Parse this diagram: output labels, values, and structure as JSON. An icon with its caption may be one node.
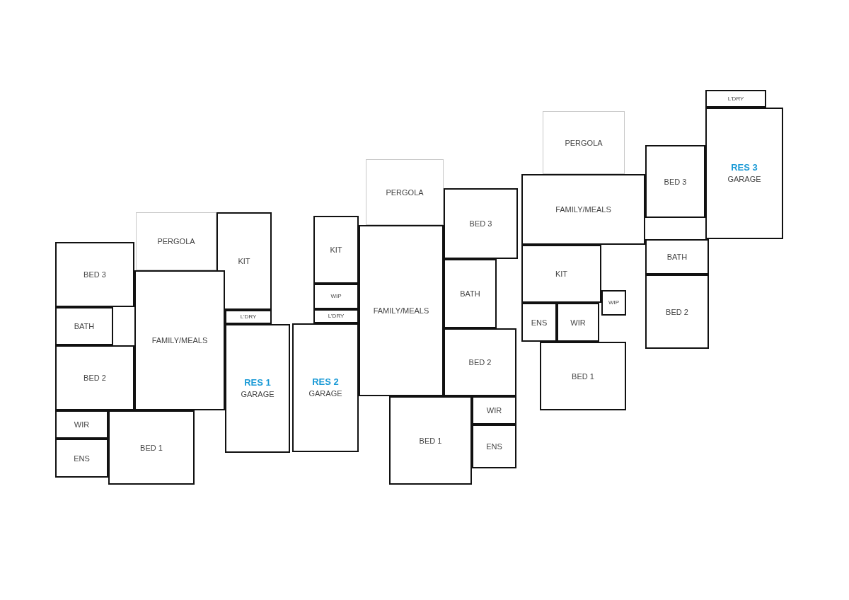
{
  "diagram": {
    "nodes": [
      {
        "text": [
          "PERGOLA"
        ]
      },
      {
        "text": [
          "KIT"
        ]
      },
      {
        "text": [
          "BED 3"
        ]
      },
      {
        "text": [
          "FAMILY/MEALS"
        ]
      },
      {
        "text": [
          "BATH"
        ]
      },
      {
        "text": [
          "L'DRY"
        ]
      },
      {
        "text": [
          "BED 2"
        ]
      },
      {
        "text": [
          "RES 1",
          "GARAGE"
        ]
      },
      {
        "text": [
          "WIR"
        ]
      },
      {
        "text": [
          "BED 1"
        ]
      },
      {
        "text": [
          "ENS"
        ]
      },
      {
        "text": [
          "PERGOLA"
        ]
      },
      {
        "text": [
          "BED 3"
        ]
      },
      {
        "text": [
          "KIT"
        ]
      },
      {
        "text": [
          "FAMILY/MEALS"
        ]
      },
      {
        "text": [
          "BATH"
        ]
      },
      {
        "text": [
          "WIP"
        ]
      },
      {
        "text": [
          "L'DRY"
        ]
      },
      {
        "text": [
          "RES 2",
          "GARAGE"
        ]
      },
      {
        "text": [
          "BED 2"
        ]
      },
      {
        "text": [
          "BED 1"
        ]
      },
      {
        "text": [
          "WIR"
        ]
      },
      {
        "text": [
          "ENS"
        ]
      },
      {
        "text": [
          "PERGOLA"
        ]
      },
      {
        "text": [
          "L'DRY"
        ]
      },
      {
        "text": [
          "BED 3"
        ]
      },
      {
        "text": [
          "RES 3",
          "GARAGE"
        ]
      },
      {
        "text": [
          "FAMILY/MEALS"
        ]
      },
      {
        "text": [
          "BATH"
        ]
      },
      {
        "text": [
          "KIT"
        ]
      },
      {
        "text": [
          "BED 2"
        ]
      },
      {
        "text": [
          "WIP"
        ]
      },
      {
        "text": [
          "ENS"
        ]
      },
      {
        "text": [
          "WIR"
        ]
      },
      {
        "text": [
          "BED 1"
        ]
      }
    ]
  }
}
